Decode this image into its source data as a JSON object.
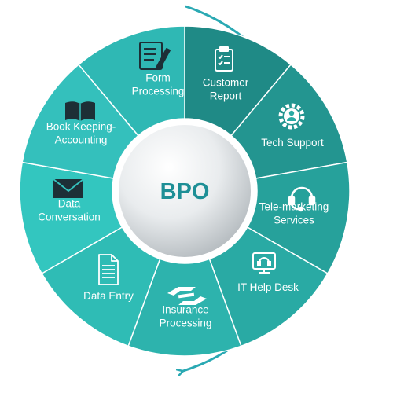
{
  "center": {
    "label": "BPO"
  },
  "segments": [
    {
      "lines": [
        "Customer",
        "Report"
      ],
      "icon": "clipboard-checklist-icon"
    },
    {
      "lines": [
        "Tech Support"
      ],
      "icon": "gear-person-icon"
    },
    {
      "lines": [
        "Tele-marketing",
        "Services"
      ],
      "icon": "headset-icon"
    },
    {
      "lines": [
        "IT Help Desk"
      ],
      "icon": "monitor-headset-icon"
    },
    {
      "lines": [
        "Insurance",
        "Processing"
      ],
      "icon": "handshake-icon"
    },
    {
      "lines": [
        "Data Entry"
      ],
      "icon": "document-icon"
    },
    {
      "lines": [
        "Data",
        "Conversation"
      ],
      "icon": "envelope-icon"
    },
    {
      "lines": [
        "Book Keeping-",
        "Accounting"
      ],
      "icon": "open-book-icon"
    },
    {
      "lines": [
        "Form",
        "Processing"
      ],
      "icon": "form-pen-icon"
    }
  ],
  "colors": {
    "arrow": "#2aa9b3",
    "center_text": "#1e8f96",
    "segment_fills": [
      "#1f8a86",
      "#239590",
      "#26a19b",
      "#29aaa4",
      "#2db3ad",
      "#2fbcb5",
      "#33c6bf",
      "#34c0bc",
      "#2fb8b4"
    ]
  }
}
